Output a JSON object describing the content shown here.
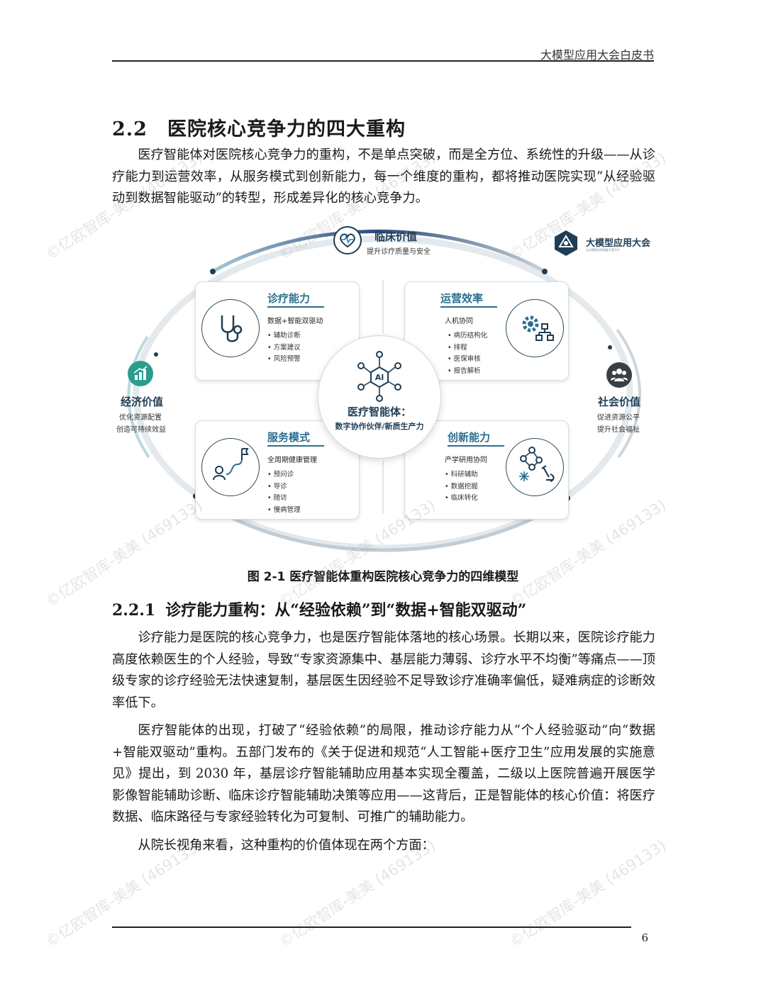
{
  "header": {
    "title": "大模型应用大会白皮书"
  },
  "section": {
    "number": "2.2",
    "title": "医院核心竞争力的四大重构"
  },
  "paragraphs": {
    "intro": "医疗智能体对医院核心竞争力的重构，不是单点突破，而是全方位、系统性的升级——从诊疗能力到运营效率，从服务模式到创新能力，每一个维度的重构，都将推动医院实现“从经验驱动到数据智能驱动”的转型，形成差异化的核心竞争力。",
    "p1": "诊疗能力是医院的核心竞争力，也是医疗智能体落地的核心场景。长期以来，医院诊疗能力高度依赖医生的个人经验，导致“专家资源集中、基层能力薄弱、诊疗水平不均衡”等痛点——顶级专家的诊疗经验无法快速复制，基层医生因经验不足导致诊疗准确率偏低，疑难病症的诊断效率低下。",
    "p2": "医疗智能体的出现，打破了“经验依赖”的局限，推动诊疗能力从“个人经验驱动”向“数据+智能双驱动”重构。五部门发布的《关于促进和规范“人工智能+医疗卫生”应用发展的实施意见》提出，到 2030 年，基层诊疗智能辅助应用基本实现全覆盖，二级以上医院普遍开展医学影像智能辅助诊断、临床诊疗智能辅助决策等应用——这背后，正是智能体的核心价值：将医疗数据、临床路径与专家经验转化为可复制、可推广的辅助能力。",
    "p3": "从院长视角来看，这种重构的价值体现在两个方面："
  },
  "subsection": {
    "number": "2.2.1",
    "title": "诊疗能力重构：从“经验依赖”到“数据+智能双驱动”"
  },
  "figure": {
    "caption": "图 2-1 医疗智能体重构医院核心竞争力的四维模型",
    "logo": {
      "name": "大模型应用大会",
      "tagline": "让大模型应用改变千家万户"
    },
    "center": {
      "title": "医疗智能体：",
      "subtitle": "数字协作伙伴/新质生产力",
      "badge": "AI"
    },
    "values": {
      "clinical": {
        "title": "临床价值",
        "text": "提升诊疗质量与安全"
      },
      "economic": {
        "title": "经济价值",
        "line1": "优化资源配置",
        "line2": "创造可持续效益"
      },
      "social": {
        "title": "社会价值",
        "line1": "促进资源公平",
        "line2": "提升社会福祉"
      }
    },
    "boxes": {
      "diagnosis": {
        "title": "诊疗能力",
        "subtitle": "数据+智能双驱动",
        "items": [
          "辅助诊断",
          "方案建议",
          "风险预警"
        ]
      },
      "operations": {
        "title": "运营效率",
        "subtitle": "人机协同",
        "items": [
          "病历结构化",
          "排程",
          "医保审核",
          "报告解析"
        ]
      },
      "service": {
        "title": "服务模式",
        "subtitle": "全周期健康管理",
        "items": [
          "预问诊",
          "导诊",
          "随访",
          "慢病管理"
        ]
      },
      "innovation": {
        "title": "创新能力",
        "subtitle": "产学研用协同",
        "items": [
          "科研辅助",
          "数据挖掘",
          "临床转化"
        ]
      }
    },
    "colors": {
      "accent": "#2c6e8f",
      "navy": "#1f3d55",
      "teal": "#2a9d8f",
      "ring": "#cfd8dd"
    }
  },
  "watermark": "©亿欧智库-美美 (469133)",
  "footer": {
    "page_number": "6"
  }
}
